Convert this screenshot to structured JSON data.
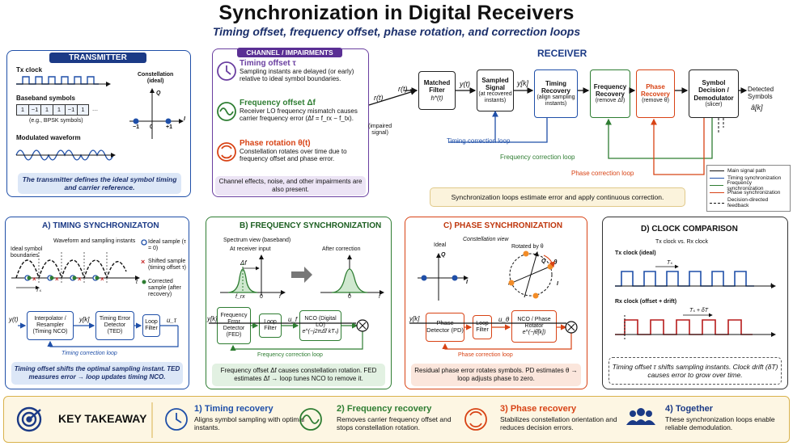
{
  "title": "Synchronization in Digital Receivers",
  "subtitle": "Timing offset, frequency offset, phase rotation, and correction loops",
  "transmitter": {
    "header": "TRANSMITTER",
    "tx_clock": "Tx clock",
    "t": "t",
    "baseband_label": "Baseband symbols",
    "symbols": [
      "1",
      "−1",
      "1",
      "1",
      "−1",
      "1",
      "…"
    ],
    "symbols_note": "(e.g., BPSK symbols)",
    "modulated_label": "Modulated waveform",
    "constellation_label": "Constellation\n(ideal)",
    "q": "Q",
    "i": "I",
    "ticks": [
      "−1",
      "0",
      "+1"
    ],
    "note": "The transmitter defines the ideal symbol timing and carrier reference."
  },
  "channel": {
    "header": "CHANNEL / IMPAIRMENTS",
    "items": [
      {
        "title": "Timing offset τ",
        "desc": "Sampling instants are delayed (or early) relative to ideal symbol boundaries.",
        "icon": "clock-icon",
        "color": "#6a3fa0"
      },
      {
        "title": "Frequency offset Δf",
        "desc": "Receiver LO frequency mismatch causes carrier frequency error (Δf = f_rx − f_tx).",
        "icon": "sine-wave-icon",
        "color": "#2e7d32"
      },
      {
        "title": "Phase rotation θ(t)",
        "desc": "Constellation rotates over time due to frequency offset and phase error.",
        "icon": "refresh-icon",
        "color": "#d84315"
      }
    ],
    "footer": "Channel effects, noise, and other impairments are also present.",
    "output": "r(t)",
    "output_note": "(impaired\nsignal)"
  },
  "receiver": {
    "header": "RECEIVER",
    "input": "r(t)",
    "blocks": [
      {
        "title": "Matched Filter",
        "sub": "h*(t)"
      },
      {
        "title": "Sampled Signal",
        "sub": "(at recovered instants)"
      },
      {
        "title": "Timing Recovery",
        "sub": "(align sampling instants)"
      },
      {
        "title": "Frequency Recovery",
        "sub": "(remove Δf)"
      },
      {
        "title": "Phase Recovery",
        "sub": "(remove θ)"
      },
      {
        "title": "Symbol Decision / Demodulator",
        "sub": "(slicer)"
      }
    ],
    "yt": "y(t)",
    "yk": "y[k]",
    "output": "Detected Symbols",
    "output_sym": "â[k]",
    "timing_loop": "Timing correction loop",
    "freq_loop": "Frequency correction loop",
    "phase_loop": "Phase correction loop",
    "note": "Synchronization loops estimate error and apply continuous correction."
  },
  "legend": [
    {
      "label": "Main signal path",
      "color": "#111",
      "dash": false
    },
    {
      "label": "Timing synchronization",
      "color": "#1f4fa8",
      "dash": false
    },
    {
      "label": "Frequency synchronization",
      "color": "#2e7d32",
      "dash": false
    },
    {
      "label": "Phase synchronization",
      "color": "#d84315",
      "dash": false
    },
    {
      "label": "Decision-directed feedback",
      "color": "#111",
      "dash": true
    }
  ],
  "sectionA": {
    "header": "A)  TIMING SYNCHRONIZATON",
    "caption": "Waveform and sampling instants",
    "boundaries": "Ideal symbol boundaries",
    "ts": "Tₛ",
    "t": "t",
    "legend": [
      {
        "label": "Ideal sample (τ = 0)",
        "color": "#1f4fa8"
      },
      {
        "label": "Shifted sample (timing offset τ)",
        "color": "#c62828"
      },
      {
        "label": "Corrected sample (after recovery)",
        "color": "#2e7d32"
      }
    ],
    "yt": "y(t)",
    "yk": "y[k]",
    "ut": "u_τ",
    "blocks": [
      "Interpolator / Resampler (Timing NCO)",
      "Timing Error Detector (TED)",
      "Loop Filter"
    ],
    "loop": "Timing correction loop",
    "note": "Timing offset shifts the optimal sampling instant. TED measures error → loop updates timing NCO."
  },
  "sectionB": {
    "header": "B)  FREQUENCY SYNCHRONIZATION",
    "caption": "Spectrum view (baseband)",
    "at_input": "At receiver input",
    "after": "After correction",
    "df": "Δf",
    "frx": "f_rx",
    "zero": "0",
    "f": "f",
    "yk": "y[k]",
    "uf": "u_f",
    "blocks": [
      "Frequency Error Detector (FED)",
      "Loop Filter",
      "NCO (Digital LO)"
    ],
    "nco_formula": "e^(−j2πΔ̂f kTₛ)",
    "loop": "Frequency correction loop",
    "note": "Frequency offset Δf causes constellation rotation. FED estimates Δf → loop tunes NCO to remove it."
  },
  "sectionC": {
    "header": "C)  PHASE SYNCHRONIZATION",
    "caption": "Constellation view",
    "ideal": "Ideal",
    "rotated": "Rotated by θ",
    "theta": "θ",
    "q": "Q",
    "i": "I",
    "yk": "y[k]",
    "ut": "u_θ",
    "blocks": [
      "Phase Detector (PD)",
      "Loop Filter",
      "NCO / Phase Rotator"
    ],
    "nco_formula": "e^(−jθ̂[k])",
    "loop": "Phase correction loop",
    "note": "Residual phase error rotates symbols. PD estimates θ → loop adjusts phase to zero."
  },
  "sectionD": {
    "header": "D)  CLOCK COMPARISON",
    "caption": "Tx clock vs. Rx clock",
    "tx": "Tx clock (ideal)",
    "rx": "Rx clock (offset + drift)",
    "ts": "Tₛ",
    "ts_dt": "Tₛ + δT",
    "t": "t",
    "note": "Timing offset τ shifts sampling instants. Clock drift (δT) causes error to grow over time."
  },
  "takeaway": {
    "label": "KEY TAKEAWAY",
    "items": [
      {
        "num": "1)",
        "title": "Timing recovery",
        "desc": "Aligns symbol sampling with optimal instants.",
        "color": "#1f4fa8",
        "icon": "clock-icon"
      },
      {
        "num": "2)",
        "title": "Frequency recovery",
        "desc": "Removes carrier frequency offset and stops constellation rotation.",
        "color": "#2e7d32",
        "icon": "sine-wave-icon"
      },
      {
        "num": "3)",
        "title": "Phase recovery",
        "desc": "Stabilizes constellation orientation and reduces decision errors.",
        "color": "#d84315",
        "icon": "refresh-icon"
      },
      {
        "num": "4)",
        "title": "Together",
        "desc": "These synchronization loops enable reliable demodulation.",
        "color": "#1f4fa8",
        "icon": "team-icon"
      }
    ]
  }
}
